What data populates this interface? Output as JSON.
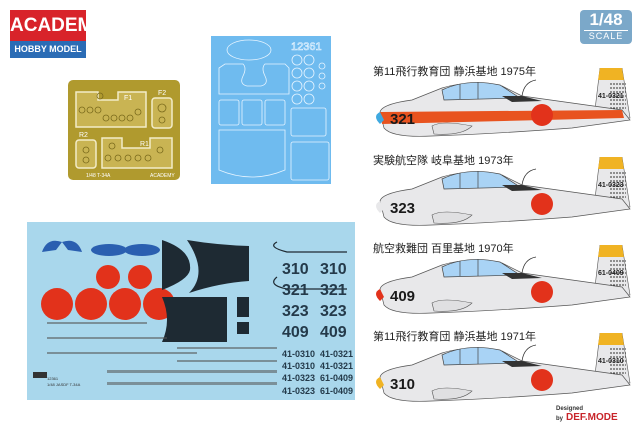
{
  "logo": {
    "brand": "ACADEMY",
    "tagline": "HOBBY MODEL KITS"
  },
  "scale_badge": {
    "scale": "1/48",
    "label": "SCALE"
  },
  "photo_etch": {
    "part_labels": [
      "F1",
      "F2",
      "R2",
      "R1"
    ],
    "footer": "1/48 T-34A",
    "maker": "ACADEMY"
  },
  "mask_sheet": {
    "numbers": "12361"
  },
  "decal_sheet": {
    "numbers": [
      "310",
      "310",
      "321",
      "321",
      "323",
      "323",
      "409",
      "409"
    ],
    "codes": [
      "41-0310",
      "41-0321",
      "41-0310",
      "41-0321",
      "41-0323",
      "61-0409",
      "41-0323",
      "61-0409"
    ],
    "product_code": "12361",
    "product_name": "1/48 JASDF T-34A"
  },
  "profiles": [
    {
      "label": "第11飛行教育団 静浜基地 1975年",
      "number": "321",
      "tail_code": "41-0321",
      "nose_color": "#3fa9e0",
      "band_color": "#e8531f",
      "has_band": true
    },
    {
      "label": "実験航空隊 岐阜基地 1973年",
      "number": "323",
      "tail_code": "41-0323",
      "nose_color": "#e8e8ea",
      "band_color": "",
      "has_band": false
    },
    {
      "label": "航空救難団 百里基地 1970年",
      "number": "409",
      "tail_code": "61-0409",
      "nose_color": "#e2321b",
      "band_color": "",
      "has_band": false
    },
    {
      "label": "第11飛行教育団 静浜基地 1971年",
      "number": "310",
      "tail_code": "41-0310",
      "nose_color": "#f0b323",
      "band_color": "",
      "has_band": false
    }
  ],
  "credit": {
    "prefix": "Designed by",
    "brand": "DEF.MODE"
  },
  "colors": {
    "hinomaru": "#e2321b",
    "decal_bg": "#a9d7ec",
    "mask_bg": "#6fbbef",
    "pe_gold": "#b09a2e",
    "tail_tip": "#f0b323"
  }
}
